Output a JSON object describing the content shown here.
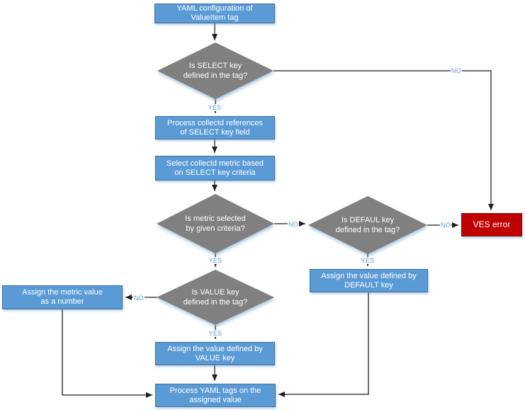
{
  "flowchart": {
    "nodes": {
      "yaml_config": "YAML configuration of\nValueItem tag",
      "is_select_key": "Is SELECT key\ndefined in the tag?",
      "process_references": "Process collectd references\nof SELECT key field",
      "select_metric": "Select collectd metric based\non SELECT key criteria",
      "is_metric_selected": "Is metric selected\nby given criteria?",
      "is_default_key": "Is DEFAUL key\ndefined in the tag?",
      "ves_error": "VES error",
      "assign_default": "Assign the value defined by\nDEFAULT key",
      "is_value_key": "Is VALUE key\ndefined in the tag?",
      "assign_metric_number": "Assign the metric value\nas a number",
      "assign_value": "Assign the value defined by\nVALUE key",
      "process_yaml_tags": "Process YAML tags on the\nassigned value"
    },
    "labels": {
      "yes": "YES",
      "no": "NO"
    },
    "colors": {
      "process_fill": "#5B9BD5",
      "process_border": "#41719C",
      "decision_fill": "#808080",
      "error_fill": "#C00000",
      "error_border": "#7F1010",
      "connector": "#1F1F1F",
      "edge_label_text": "#5B9BD5"
    }
  }
}
